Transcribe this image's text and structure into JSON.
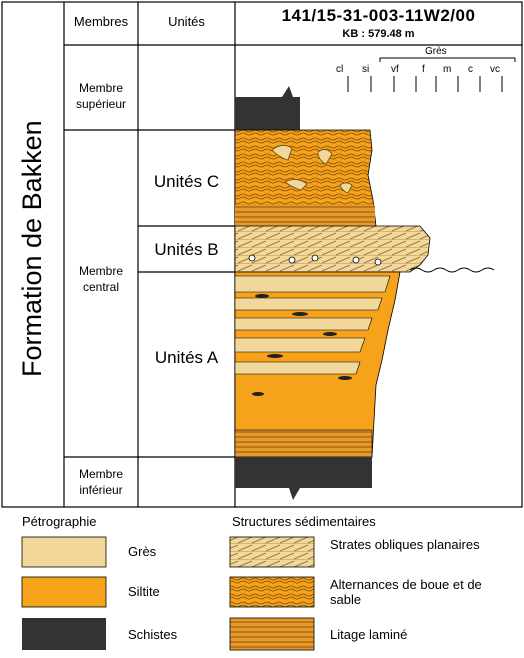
{
  "header": {
    "col_membres": "Membres",
    "col_unites": "Unités",
    "well_id": "141/15-31-003-11W2/00",
    "kb": "KB : 579.48 m"
  },
  "grain_scale": {
    "gres_label": "Grès",
    "ticks": [
      "cl",
      "si",
      "vf",
      "f",
      "m",
      "c",
      "vc"
    ]
  },
  "formation": "Formation de Bakken",
  "members": {
    "upper": "Membre supérieur",
    "middle": "Membre central",
    "lower": "Membre inférieur"
  },
  "units": {
    "c": "Unités C",
    "b": "Unités B",
    "a": "Unités A"
  },
  "legend": {
    "petro_title": "Pétrographie",
    "petro_items": [
      "Grès",
      "Siltite",
      "Schistes"
    ],
    "struct_title": "Structures sédimentaires",
    "struct_items": [
      "Strates obliques planaires",
      "Alternances de boue et de sable",
      "Litage laminé"
    ]
  },
  "colors": {
    "gres": "#f2d79a",
    "siltite": "#f7a21b",
    "schistes": "#333333",
    "grid": "#000000"
  }
}
